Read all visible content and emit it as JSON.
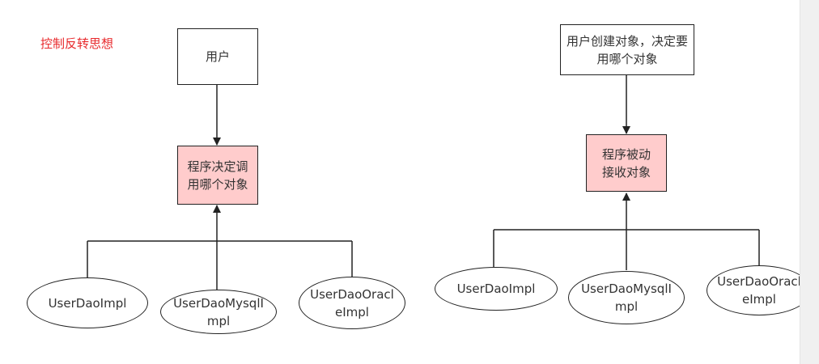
{
  "caption": "控制反转思想",
  "colors": {
    "caption": "#e8282b",
    "node_fill": "#ffffff",
    "highlight_fill": "#ffcccc",
    "stroke": "#222222",
    "text": "#333333"
  },
  "left_diagram": {
    "top": "用户",
    "middle": "程序决定调用哪个对象",
    "impls": [
      "UserDaoImpl",
      "UserDaoMysqlImpl",
      "UserDaoOracleImpl"
    ]
  },
  "right_diagram": {
    "top": "用户创建对象，决定要用哪个对象",
    "middle": "程序被动接收对象",
    "impls": [
      "UserDaoImpl",
      "UserDaoMysqlImpl",
      "UserDaoOracleImpl"
    ]
  }
}
